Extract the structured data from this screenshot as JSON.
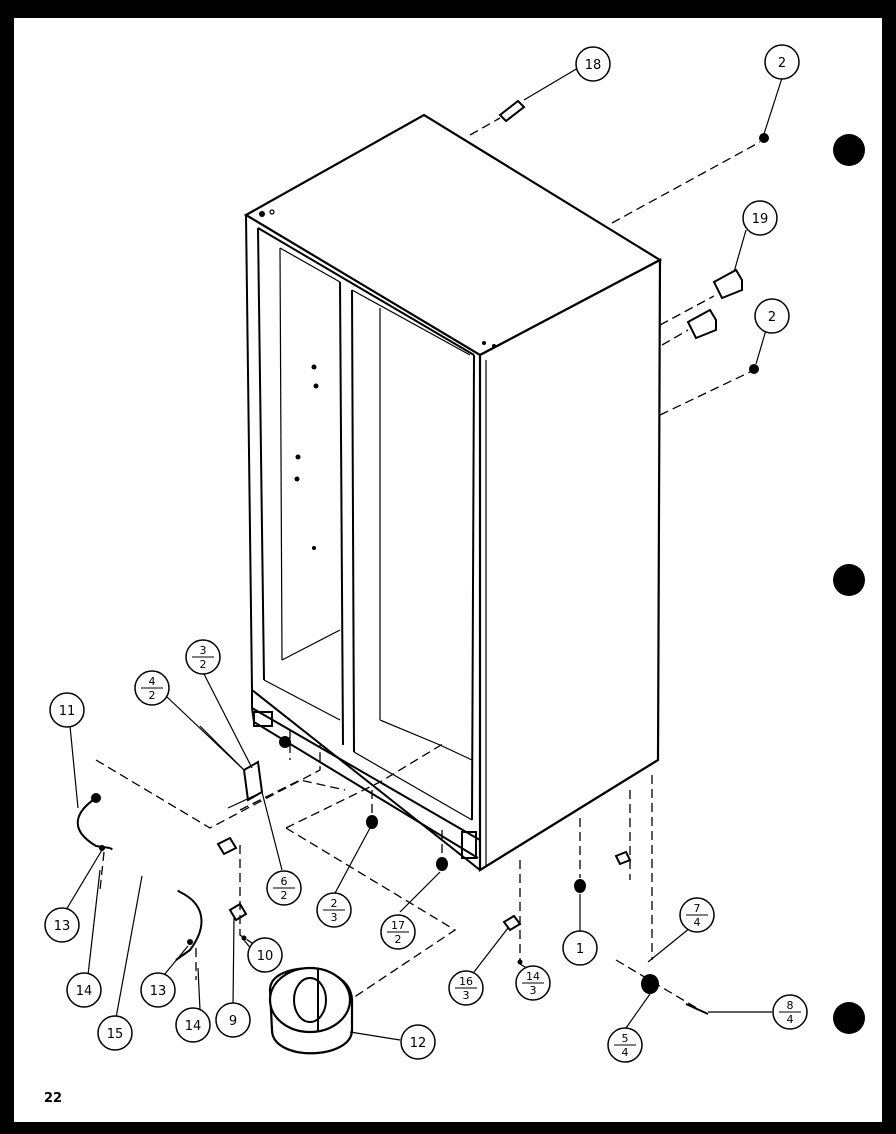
{
  "page_number": "22",
  "callouts": [
    {
      "id": "c18",
      "label": "18"
    },
    {
      "id": "c2a",
      "label": "2"
    },
    {
      "id": "c19",
      "label": "19"
    },
    {
      "id": "c2b",
      "label": "2"
    },
    {
      "id": "c11",
      "label": "11"
    },
    {
      "id": "c13a",
      "label": "13"
    },
    {
      "id": "c14a",
      "label": "14"
    },
    {
      "id": "c15",
      "label": "15"
    },
    {
      "id": "c13b",
      "label": "13"
    },
    {
      "id": "c14b",
      "label": "14"
    },
    {
      "id": "c9",
      "label": "9"
    },
    {
      "id": "c10",
      "label": "10"
    },
    {
      "id": "c12",
      "label": "12"
    },
    {
      "id": "c1",
      "label": "1"
    }
  ],
  "fraction_callouts": [
    {
      "id": "f32",
      "top": "3",
      "bottom": "2"
    },
    {
      "id": "f42",
      "top": "4",
      "bottom": "2"
    },
    {
      "id": "f62",
      "top": "6",
      "bottom": "2"
    },
    {
      "id": "f23",
      "top": "2",
      "bottom": "3"
    },
    {
      "id": "f172",
      "top": "17",
      "bottom": "2"
    },
    {
      "id": "f163",
      "top": "16",
      "bottom": "3"
    },
    {
      "id": "f143",
      "top": "14",
      "bottom": "3"
    },
    {
      "id": "f74",
      "top": "7",
      "bottom": "4"
    },
    {
      "id": "f54",
      "top": "5",
      "bottom": "4"
    },
    {
      "id": "f84",
      "top": "8",
      "bottom": "4"
    }
  ],
  "binder_holes": 3,
  "colors": {
    "paper": "#ffffff",
    "ink": "#000000",
    "border": "#000000"
  }
}
